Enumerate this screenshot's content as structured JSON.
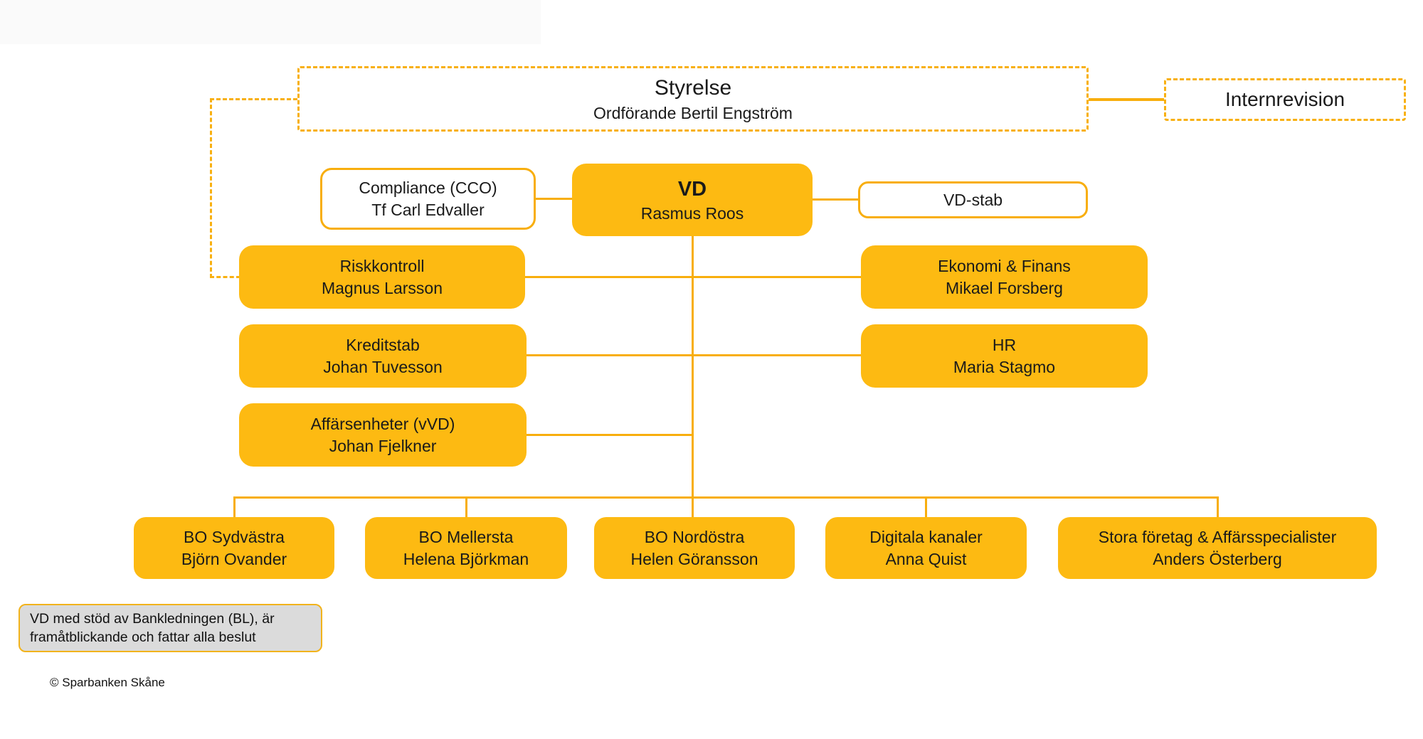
{
  "meta": {
    "description": "Organisational chart of Sparbanken Skåne",
    "colors": {
      "node_fill": "#FDBA12",
      "line_and_border": "#F8AE0D",
      "text": "#1A1A1A",
      "note_background": "#DBDBDB"
    }
  },
  "nodes": {
    "styrelse": {
      "title": "Styrelse",
      "subtitle": "Ordförande Bertil Engström"
    },
    "internrevision": {
      "title": "Internrevision"
    },
    "compliance": {
      "title": "Compliance (CCO)",
      "subtitle": "Tf Carl Edvaller"
    },
    "vd": {
      "title": "VD",
      "subtitle": "Rasmus Roos"
    },
    "vd_stab": {
      "title": "VD-stab"
    },
    "riskkontroll": {
      "title": "Riskkontroll",
      "subtitle": "Magnus Larsson"
    },
    "ekonomi": {
      "title": "Ekonomi & Finans",
      "subtitle": "Mikael Forsberg"
    },
    "kreditstab": {
      "title": "Kreditstab",
      "subtitle": "Johan Tuvesson"
    },
    "hr": {
      "title": "HR",
      "subtitle": "Maria Stagmo"
    },
    "affarsenheter": {
      "title": "Affärsenheter (vVD)",
      "subtitle": "Johan Fjelkner"
    },
    "bo_sydvastra": {
      "title": "BO Sydvästra",
      "subtitle": "Björn Ovander"
    },
    "bo_mellersta": {
      "title": "BO Mellersta",
      "subtitle": "Helena Björkman"
    },
    "bo_nordostra": {
      "title": "BO Nordöstra",
      "subtitle": "Helen Göransson"
    },
    "digitala_kanaler": {
      "title": "Digitala kanaler",
      "subtitle": "Anna Quist"
    },
    "stora_foretag": {
      "title": "Stora företag & Affärsspecialister",
      "subtitle": "Anders Österberg"
    }
  },
  "note": {
    "line1": "VD med stöd av Bankledningen (BL), är",
    "line2": "framåtblickande och fattar alla beslut"
  },
  "footer": {
    "copyright": "© Sparbanken Skåne"
  }
}
